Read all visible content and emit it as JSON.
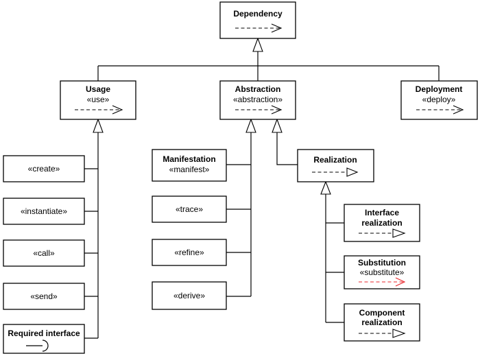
{
  "dependency": {
    "title": "Dependency"
  },
  "usage": {
    "title": "Usage",
    "stereotype": "«use»"
  },
  "abstraction": {
    "title": "Abstraction",
    "stereotype": "«abstraction»"
  },
  "deployment": {
    "title": "Deployment",
    "stereotype": "«deploy»"
  },
  "usage_children": {
    "create": "«create»",
    "instantiate": "«instantiate»",
    "call": "«call»",
    "send": "«send»",
    "required_interface": "Required interface"
  },
  "abstraction_children": {
    "manifestation_title": "Manifestation",
    "manifestation_stereotype": "«manifest»",
    "trace": "«trace»",
    "refine": "«refine»",
    "derive": "«derive»"
  },
  "realization": {
    "title": "Realization",
    "interface_line1": "Interface",
    "interface_line2": "realization",
    "substitution_title": "Substitution",
    "substitution_stereotype": "«substitute»",
    "component_line1": "Component",
    "component_line2": "realization"
  },
  "colors": {
    "stroke": "#000000",
    "substitute_arrow": "#e8262b",
    "background": "#ffffff"
  }
}
